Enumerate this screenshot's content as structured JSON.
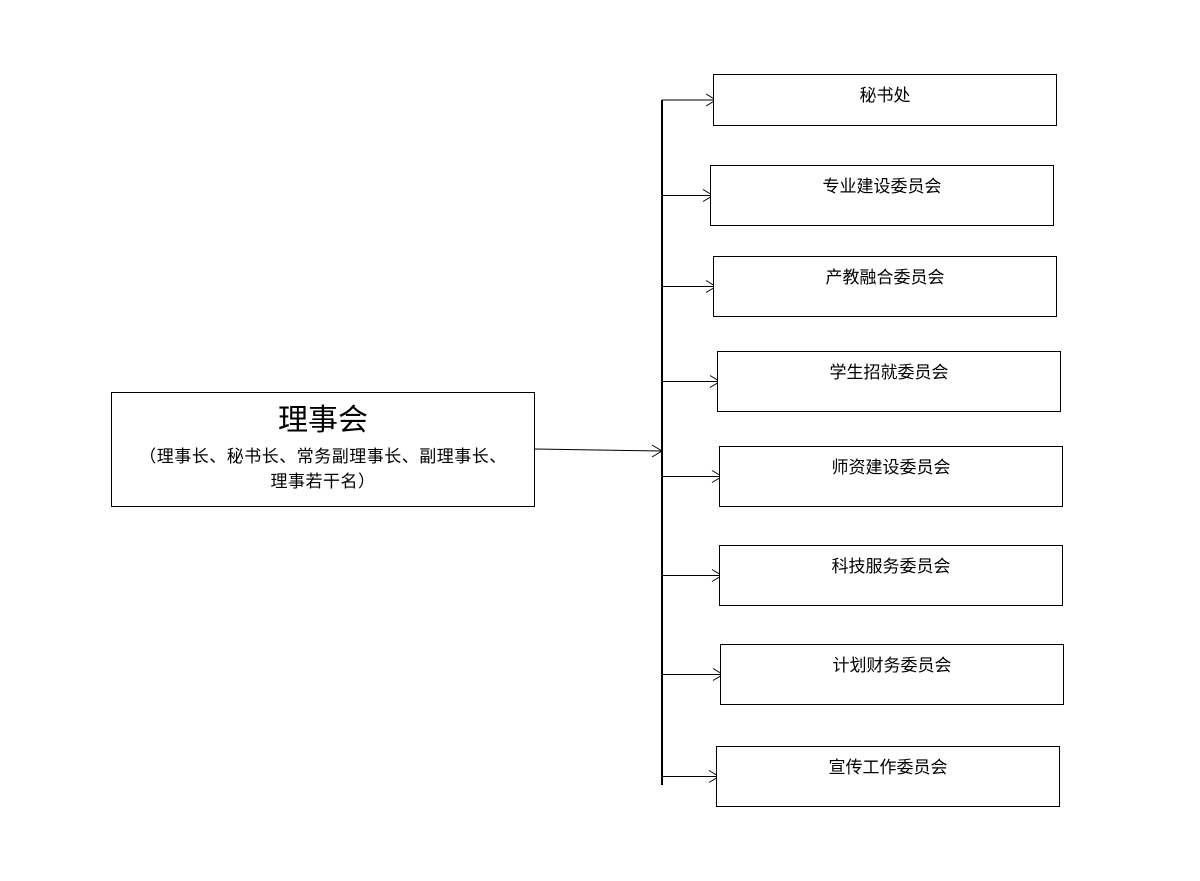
{
  "diagram": {
    "root": {
      "title": "理事会",
      "subtitle_line1": "（理事长、秘书长、常务副理事长、副理事长、",
      "subtitle_line2": "理事若干名）"
    },
    "children": [
      {
        "label": "秘书处"
      },
      {
        "label": "专业建设委员会"
      },
      {
        "label": "产教融合委员会"
      },
      {
        "label": "学生招就委员会"
      },
      {
        "label": "师资建设委员会"
      },
      {
        "label": "科技服务委员会"
      },
      {
        "label": "计划财务委员会"
      },
      {
        "label": "宣传工作委员会"
      }
    ]
  }
}
